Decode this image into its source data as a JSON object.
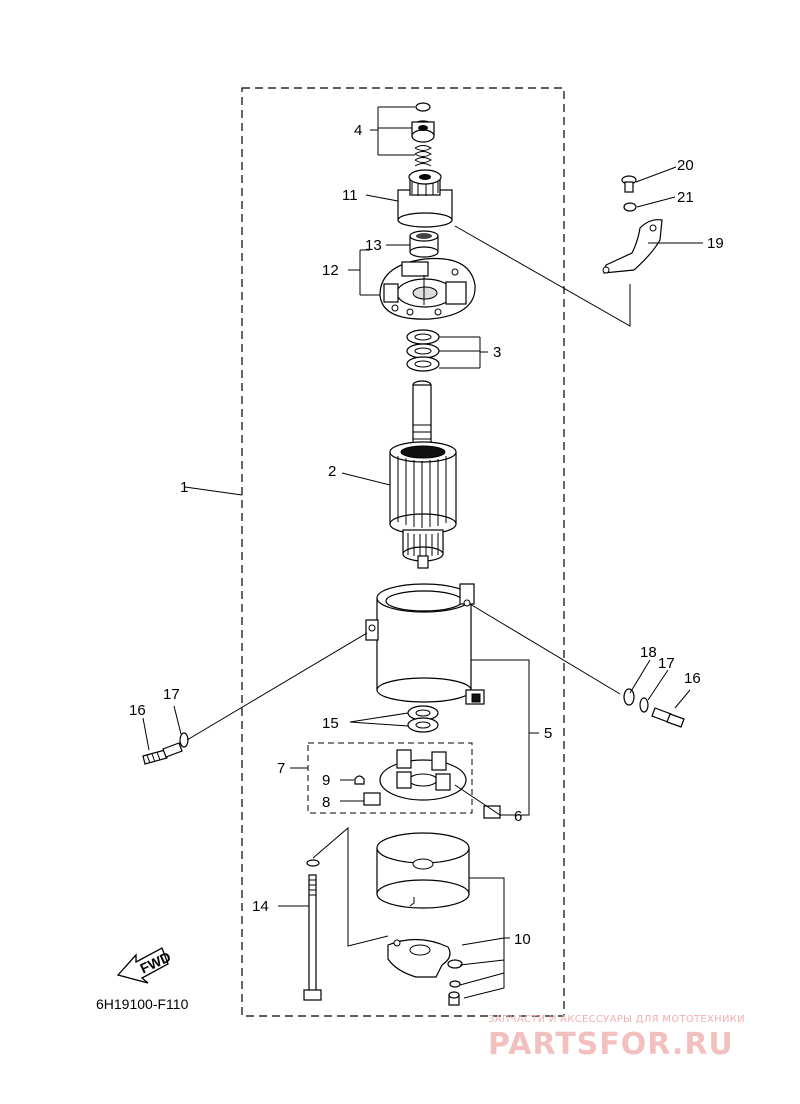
{
  "diagram_code": "6H19100-F110",
  "fwd_label": "FWD",
  "watermark": {
    "line1": "ЗАПЧАСТИ И АКСЕССУАРЫ ДЛЯ МОТОТЕХНИКИ",
    "line2": "PARTSFOR.RU"
  },
  "callouts": {
    "c1": "1",
    "c2": "2",
    "c3": "3",
    "c4": "4",
    "c5": "5",
    "c6": "6",
    "c7": "7",
    "c8": "8",
    "c9": "9",
    "c10": "10",
    "c11": "11",
    "c12": "12",
    "c13": "13",
    "c14": "14",
    "c15": "15",
    "c16a": "16",
    "c16b": "16",
    "c17a": "17",
    "c17b": "17",
    "c18": "18",
    "c19": "19",
    "c20": "20",
    "c21": "21"
  }
}
